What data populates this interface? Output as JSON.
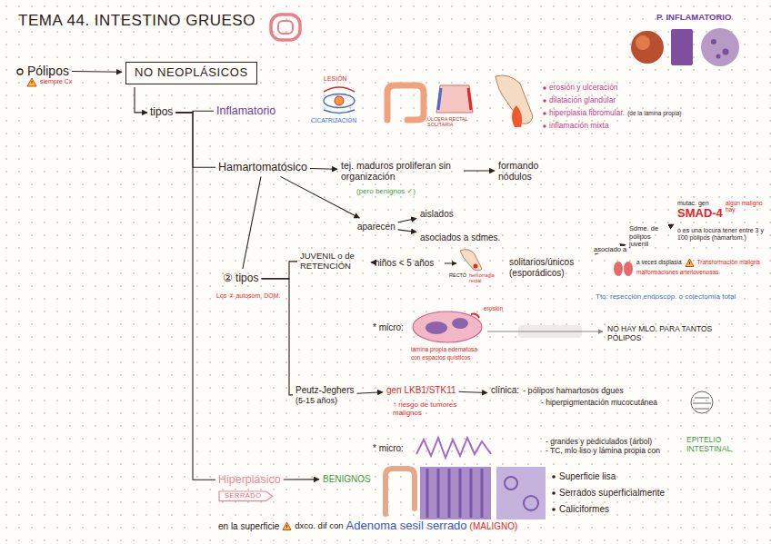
{
  "diagram": {
    "title": "TEMA 44. INTESTINO GRUESO",
    "nodes": [
      {
        "text": [
          "Pólipos"
        ]
      },
      {
        "text": [
          "NO NEOPLÁSICOS"
        ]
      },
      {
        "text": [
          "tipos"
        ]
      },
      {
        "text": [
          "Inflamatorio"
        ]
      },
      {
        "text": [
          "Hamartomatósico"
        ]
      },
      {
        "text": [
          "tej. maduros proliferan sin organización"
        ]
      },
      {
        "text": [
          "formando nódulos"
        ]
      },
      {
        "text": [
          "aparecen"
        ]
      },
      {
        "text": [
          "aislados"
        ]
      },
      {
        "text": [
          "asociados a sdmes."
        ]
      },
      {
        "text": [
          "② tipos"
        ]
      },
      {
        "text": [
          "JUVENIL o de RETENCIÓN"
        ]
      },
      {
        "text": [
          "niños < 5 años"
        ]
      },
      {
        "text": [
          "solitarios/únicos (esporádicos)"
        ]
      },
      {
        "text": [
          "Sdme. de pólipos juvenil"
        ]
      },
      {
        "text": [
          "mutac. gen",
          "SMAD-4"
        ]
      },
      {
        "text": [
          "* micro:"
        ]
      },
      {
        "text": [
          "NO HAY MLO. PARA TANTOS PÓLIPOS"
        ]
      },
      {
        "text": [
          "Peutz-Jeghers",
          "(5-15 años)"
        ]
      },
      {
        "text": [
          "gen LKB1/STK11"
        ]
      },
      {
        "text": [
          "clínica:",
          "- pólipos hamartosos dgues",
          "- hiperpigmentación mucocutánea"
        ]
      },
      {
        "text": [
          "* micro:"
        ]
      },
      {
        "text": [
          "- grandes y pediculados (árbol)",
          "- TC, mlo liso y lámina propia con"
        ]
      },
      {
        "text": [
          "EPITELIO INTESTINAL"
        ]
      },
      {
        "text": [
          "Hiperplásico"
        ]
      },
      {
        "text": [
          "BENIGNOS"
        ]
      },
      {
        "text": [
          "SERRADO"
        ]
      }
    ],
    "edges": [
      {
        "from": 0,
        "to": 1,
        "arrow": "to"
      },
      {
        "from": 1,
        "to": 2,
        "arrow": "to"
      },
      {
        "from": 2,
        "to": 3,
        "arrow": "none"
      },
      {
        "from": 2,
        "to": 4,
        "arrow": "none"
      },
      {
        "from": 2,
        "to": 24,
        "arrow": "none"
      },
      {
        "from": 4,
        "to": 5,
        "arrow": "to"
      },
      {
        "from": 5,
        "to": 6,
        "arrow": "to"
      },
      {
        "from": 4,
        "to": 7,
        "arrow": "to"
      },
      {
        "from": 7,
        "to": 8,
        "arrow": "to"
      },
      {
        "from": 7,
        "to": 9,
        "arrow": "to"
      },
      {
        "from": 4,
        "to": 10,
        "arrow": "none"
      },
      {
        "from": 10,
        "to": 11,
        "arrow": "none"
      },
      {
        "from": 10,
        "to": 18,
        "arrow": "none"
      },
      {
        "from": 11,
        "to": 12,
        "arrow": "to"
      },
      {
        "from": 13,
        "to": 14,
        "label": "asociado a",
        "arrow": "to"
      },
      {
        "from": 14,
        "to": 15,
        "arrow": "to"
      },
      {
        "from": 18,
        "to": 19,
        "arrow": "to"
      },
      {
        "from": 19,
        "to": 20,
        "arrow": "to"
      },
      {
        "from": 24,
        "to": 25,
        "arrow": "to"
      }
    ],
    "labels": [
      "siempre Cx",
      "P. INFLAMATORIO",
      "LESIÓN",
      "CICATRIZACIÓN",
      "ÚLCERA RECTAL SOLITARIA",
      "erosión y ulceración",
      "dilatación glandular",
      "hiperplasia fibromular.",
      "(de la lámina propia)",
      "inflamación mixta",
      "(pero benignos ✓)",
      "Los ② autosom. DOM.",
      "RECTO",
      "hemorragia rectal",
      "ó es una locura tener entre 3 y 100 pólipos (hamartom.)",
      "algún maligno hay",
      "a veces displasia",
      "Transformación maligna",
      "malformaciones arteriovenosas",
      "Tto: resección endoscóp. o colectomía total",
      "erosión",
      "lámina propia edematosa",
      "con espacios quísticos",
      "↑ riesgo de tumores malignos",
      "Superficie lisa",
      "Serrados superficialmente",
      "Caliciformes",
      "en la superficie",
      "dxco. dif con",
      "Adenoma sesil serrado",
      "(MALIGNO)"
    ]
  }
}
